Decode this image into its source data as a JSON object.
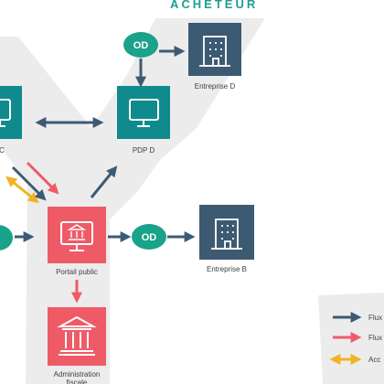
{
  "header": {
    "title": "ACHETEUR"
  },
  "nodes": {
    "od_top": "OD",
    "od_middle": "OD",
    "entreprise_d": "Entreprise D",
    "pdp_d": "PDP D",
    "pdp_c_partial": "C",
    "portail_public": "Portail public",
    "entreprise_b": "Entreprise B",
    "administration_line1": "Administration",
    "administration_line2": "fiscale"
  },
  "legend": {
    "items": [
      {
        "label": "Flux",
        "color": "#3d5a73"
      },
      {
        "label": "Flux",
        "color": "#ee5b67"
      },
      {
        "label": "Acc",
        "color": "#f0b323"
      }
    ]
  },
  "colors": {
    "teal": "#0f8b8d",
    "od_green": "#1aa38a",
    "navy": "#3d5a73",
    "red": "#ee5b67",
    "yellow": "#f0b323",
    "band": "#ececec"
  },
  "icons": {
    "monitor": "monitor-icon",
    "building": "building-icon",
    "bank": "bank-icon"
  }
}
